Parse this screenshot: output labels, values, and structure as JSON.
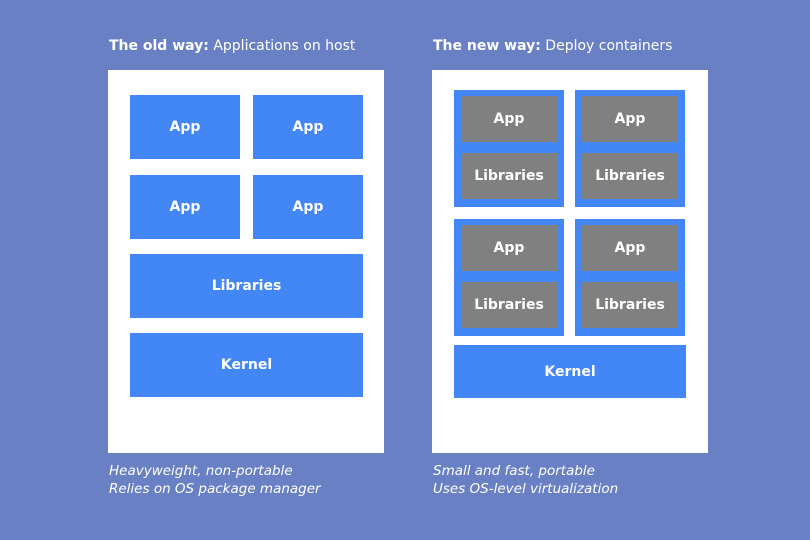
{
  "left": {
    "heading_bold": "The old way:",
    "heading_rest": " Applications on host",
    "apps": [
      "App",
      "App",
      "App",
      "App"
    ],
    "libraries": "Libraries",
    "kernel": "Kernel",
    "caption_line1": "Heavyweight, non-portable",
    "caption_line2": "Relies on OS package manager"
  },
  "right": {
    "heading_bold": "The new way:",
    "heading_rest": " Deploy containers",
    "containers": [
      {
        "app": "App",
        "libraries": "Libraries"
      },
      {
        "app": "App",
        "libraries": "Libraries"
      },
      {
        "app": "App",
        "libraries": "Libraries"
      },
      {
        "app": "App",
        "libraries": "Libraries"
      }
    ],
    "kernel": "Kernel",
    "caption_line1": "Small and fast, portable",
    "caption_line2": "Uses OS-level virtualization"
  },
  "colors": {
    "background": "#6a80c4",
    "block_blue": "#4287f5",
    "block_gray": "#808080",
    "panel": "#ffffff"
  }
}
